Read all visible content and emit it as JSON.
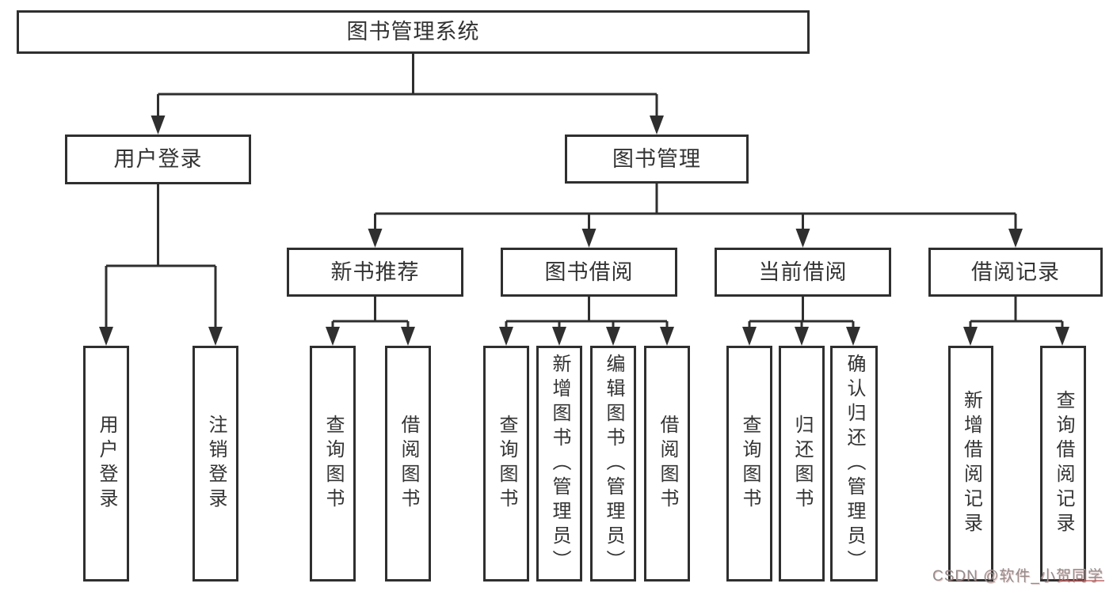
{
  "tree": {
    "root": {
      "label": "图书管理系统",
      "children": [
        {
          "label": "用户登录",
          "children": [
            {
              "label": "用户登录"
            },
            {
              "label": "注销登录"
            }
          ]
        },
        {
          "label": "图书管理",
          "children": [
            {
              "label": "新书推荐",
              "children": [
                {
                  "label": "查询图书"
                },
                {
                  "label": "借阅图书"
                }
              ]
            },
            {
              "label": "图书借阅",
              "children": [
                {
                  "label": "查询图书"
                },
                {
                  "label": "新增图书（管理员）"
                },
                {
                  "label": "编辑图书（管理员）"
                },
                {
                  "label": "借阅图书"
                }
              ]
            },
            {
              "label": "当前借阅",
              "children": [
                {
                  "label": "查询图书"
                },
                {
                  "label": "归还图书"
                },
                {
                  "label": "确认归还（管理员）"
                }
              ]
            },
            {
              "label": "借阅记录",
              "children": [
                {
                  "label": "新增借阅记录"
                },
                {
                  "label": "查询借阅记录"
                }
              ]
            }
          ]
        }
      ]
    }
  },
  "colors": {
    "line": "#2f2f2f",
    "text": "#333333",
    "background": "#ffffff",
    "watermark_gray": "#8f8f8f",
    "watermark_red": "#cd4848"
  },
  "watermark": {
    "text": "CSDN @软件_小贺同学"
  }
}
